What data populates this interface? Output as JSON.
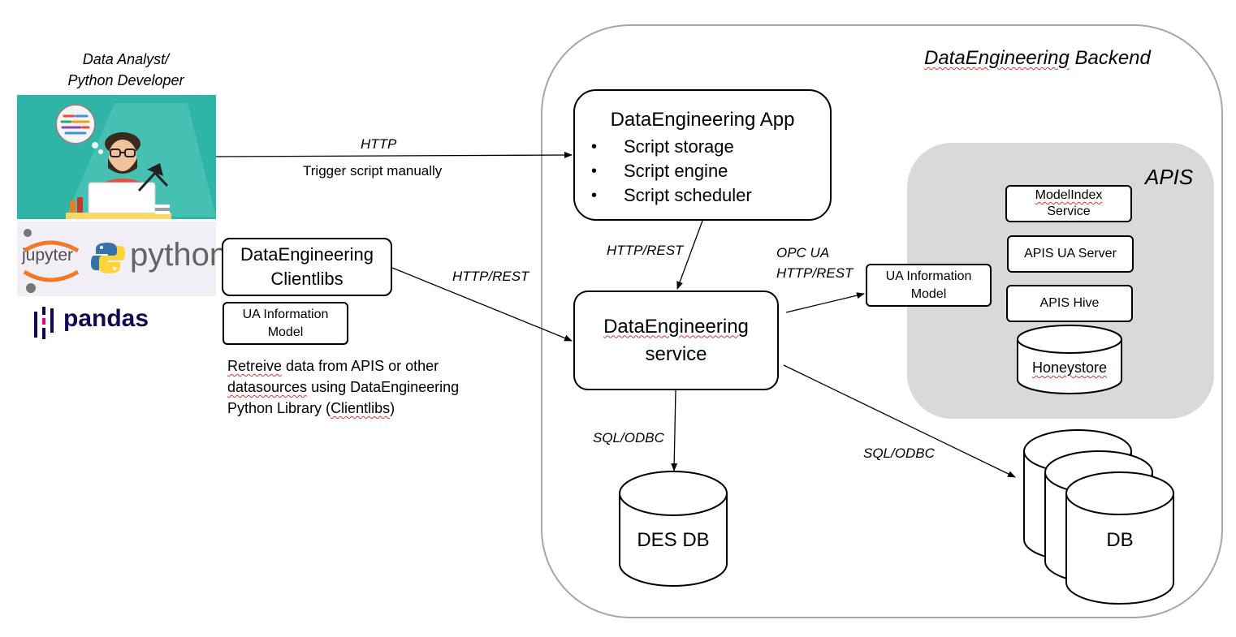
{
  "backend": {
    "title_part1": "DataEngineering",
    "title_part2": " Backend"
  },
  "apis": {
    "title": "APIS",
    "items": [
      {
        "line1": "ModelIndex",
        "line2": "Service"
      },
      {
        "label": "APIS UA Server"
      },
      {
        "label": "APIS Hive"
      }
    ],
    "store": "Honeystore"
  },
  "persona": {
    "line1": "Data Analyst/",
    "line2": "Python Developer"
  },
  "logos": {
    "jupyter": "jupyter",
    "python": "python",
    "pandas": "pandas"
  },
  "app": {
    "title": "DataEngineering App",
    "bullets": [
      "Script storage",
      "Script engine",
      "Script scheduler"
    ]
  },
  "service": {
    "line1": "DataEngineering",
    "line2": "service"
  },
  "clientlibs": {
    "line1": "DataEngineering",
    "line2": "Clientlibs"
  },
  "ua_left": {
    "line1": "UA Information",
    "line2": "Model"
  },
  "ua_right": {
    "line1": "UA Information",
    "line2": "Model"
  },
  "retrieve_note": {
    "line1_a": "Retreive",
    "line1_b": " data from APIS or other",
    "line2_a": "datasources",
    "line2_b": " using DataEngineering",
    "line3_a": "Python Library (",
    "line3_b": "Clientlibs",
    "line3_c": ")"
  },
  "edges": {
    "http": "HTTP",
    "trigger": "Trigger script manually",
    "http_rest_left": "HTTP/REST",
    "http_rest_mid": "HTTP/REST",
    "opc_ua": "OPC UA",
    "http_rest_right": "HTTP/REST",
    "sql_left": "SQL/ODBC",
    "sql_right": "SQL/ODBC"
  },
  "databases": {
    "des_db": "DES DB",
    "db": "DB"
  }
}
